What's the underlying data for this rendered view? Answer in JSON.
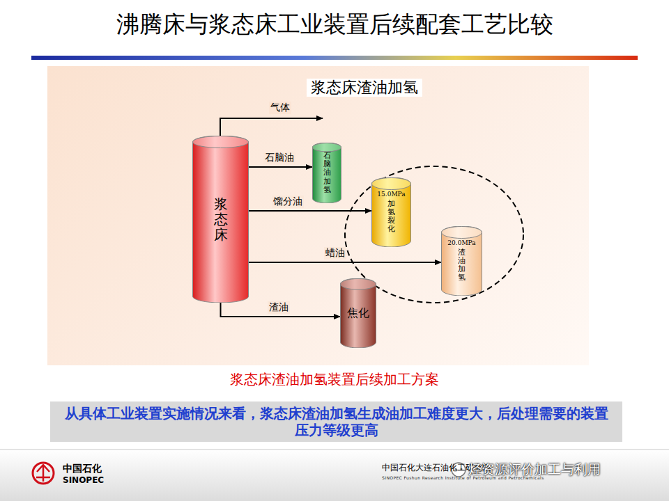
{
  "diagram": {
    "title": "沸腾床与浆态床工业装置后续配套工艺比较",
    "caption": "浆态床渣油加氢装置后续加工方案",
    "nodes": [
      {
        "text": [
          "浆态床渣油加氢"
        ]
      },
      {
        "text": [
          "浆态床"
        ],
        "in": 0
      },
      {
        "text": [
          "石脑油加氢"
        ],
        "in": 0
      },
      {
        "text": [
          "15.0MPa",
          "加氢裂化"
        ],
        "in": 0
      },
      {
        "text": [
          "20.0MPa",
          "渣油加氢"
        ],
        "in": 0
      },
      {
        "text": [
          "焦化"
        ],
        "in": 0
      },
      {
        "text": [
          "从具体工业装置实施情况来看，浆态床渣油加氢生成油加工难度更大，后处理需要的装置压力等级更高"
        ]
      }
    ],
    "edges": [
      {
        "from": 1,
        "to": 2,
        "label": "石脑油",
        "arrow": "to"
      },
      {
        "from": 1,
        "to": 3,
        "label": "馏分油",
        "arrow": "to"
      },
      {
        "from": 1,
        "to": 4,
        "label": "蜡油",
        "arrow": "to"
      },
      {
        "from": 1,
        "to": 5,
        "label": "渣油",
        "arrow": "to"
      }
    ],
    "labels": [
      "气体",
      "中国石化",
      "SINOPEC",
      "中国石化大连石油化工研究院",
      "SINOPEC Fushun Research Institute of Petroleum and Petrochemicals",
      "烃资源评价加工与利用"
    ]
  }
}
